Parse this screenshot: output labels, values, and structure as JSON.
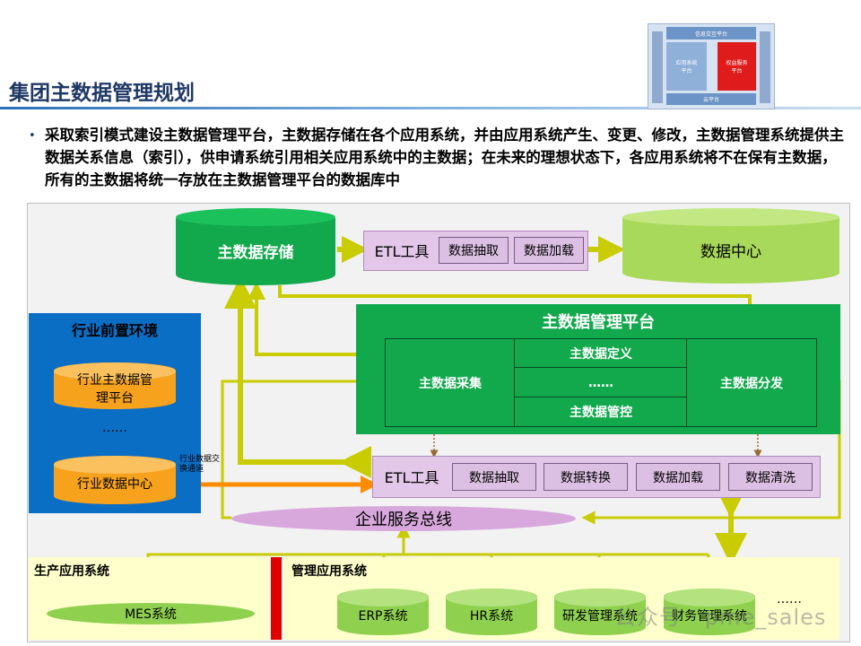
{
  "header": {
    "title": "集团主数据管理规划",
    "intro": "采取索引模式建设主数据管理平台，主数据存储在各个应用系统，并由应用系统产生、变更、修改，主数据管理系统提供主数据关系信息（索引），供申请系统引用相关应用系统中的主数据；在未来的理想状态下，各应用系统将不在保有主数据，所有的主数据将统一存放在主数据管理平台的数据库中"
  },
  "thumbnail": {
    "top_label": "信息交互平台",
    "left_label": "应用系统平台",
    "right_label": "权益服务平台",
    "bottom_label": "云平台"
  },
  "diagram": {
    "master_storage": "主数据存储",
    "etl_top": {
      "label": "ETL工具",
      "items": [
        "数据抽取",
        "数据加载"
      ]
    },
    "data_center": "数据中心",
    "platform": {
      "title": "主数据管理平台",
      "collect": "主数据采集",
      "definition": "主数据定义",
      "ellipsis": "……",
      "control": "主数据管控",
      "distribute": "主数据分发"
    },
    "industry": {
      "title": "行业前置环境",
      "platform": "行业主数据管理平台",
      "ellipsis": "……",
      "data_center": "行业数据中心",
      "exchange": "行业数据交换通道"
    },
    "etl_bottom": {
      "label": "ETL工具",
      "items": [
        "数据抽取",
        "数据转换",
        "数据加载",
        "数据清洗"
      ]
    },
    "esb": "企业服务总线",
    "production": {
      "title": "生产应用系统",
      "systems": [
        "MES系统"
      ]
    },
    "management": {
      "title": "管理应用系统",
      "systems": [
        "ERP系统",
        "HR系统",
        "研发管理系统",
        "财务管理系统"
      ],
      "ellipsis": "……"
    }
  },
  "watermark": "公众号 · pme_sales",
  "colors": {
    "green": "#12a84c",
    "light_green": "#a8d95a",
    "orange": "#f7a21c",
    "blue": "#0b6ec5",
    "purple": "#e3c7e9",
    "arrow_yellow": "#c8cc00",
    "exchange_orange": "#ff8c00"
  }
}
